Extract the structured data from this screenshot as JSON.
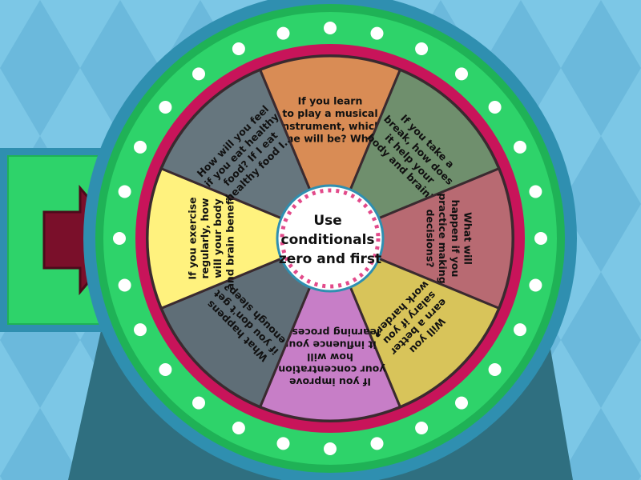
{
  "game": {
    "center_label": [
      "Use",
      "conditionals",
      "zero and first"
    ],
    "segments": [
      {
        "color": "#d98c55",
        "lines": [
          "If you learn",
          "to play a musical",
          "instrument, which",
          "one will be? Why?"
        ]
      },
      {
        "color": "#6f8f6d",
        "lines": [
          "If you take a",
          "break, how does",
          "it help your",
          "body and brain?"
        ]
      },
      {
        "color": "#b86a72",
        "lines": [
          "What will",
          "happen if you",
          "practice making",
          "decisions?"
        ]
      },
      {
        "color": "#d8c45a",
        "lines": [
          "Will you",
          "earn a better",
          "salary if you",
          "work harder?"
        ]
      },
      {
        "color": "#c77ec7",
        "lines": [
          "If you improve",
          "your concentration,",
          "how will",
          "it influence your",
          "learning process?"
        ]
      },
      {
        "color": "#5f6e77",
        "lines": [
          "What happens",
          "if you don't get",
          "enough sleep?"
        ]
      },
      {
        "color": "#fff27e",
        "lines": [
          "If you exercise",
          "regularly, how",
          "will your body",
          "and brain benefit?"
        ]
      },
      {
        "color": "#66767e",
        "lines": [
          "How will you feel",
          "if you eat healthy",
          "food? If I eat",
          "healthy food I..."
        ]
      }
    ],
    "colors": {
      "background": "#7cc7e6",
      "pattern": "#6bb9dc",
      "stand": "#2f6f80",
      "outer_ring": "#2f8fb0",
      "green_ring": "#2ed36a",
      "magenta_ring": "#c8145a",
      "pointer_box": "#2ed36a",
      "arrow": "#7a0f2a"
    }
  }
}
